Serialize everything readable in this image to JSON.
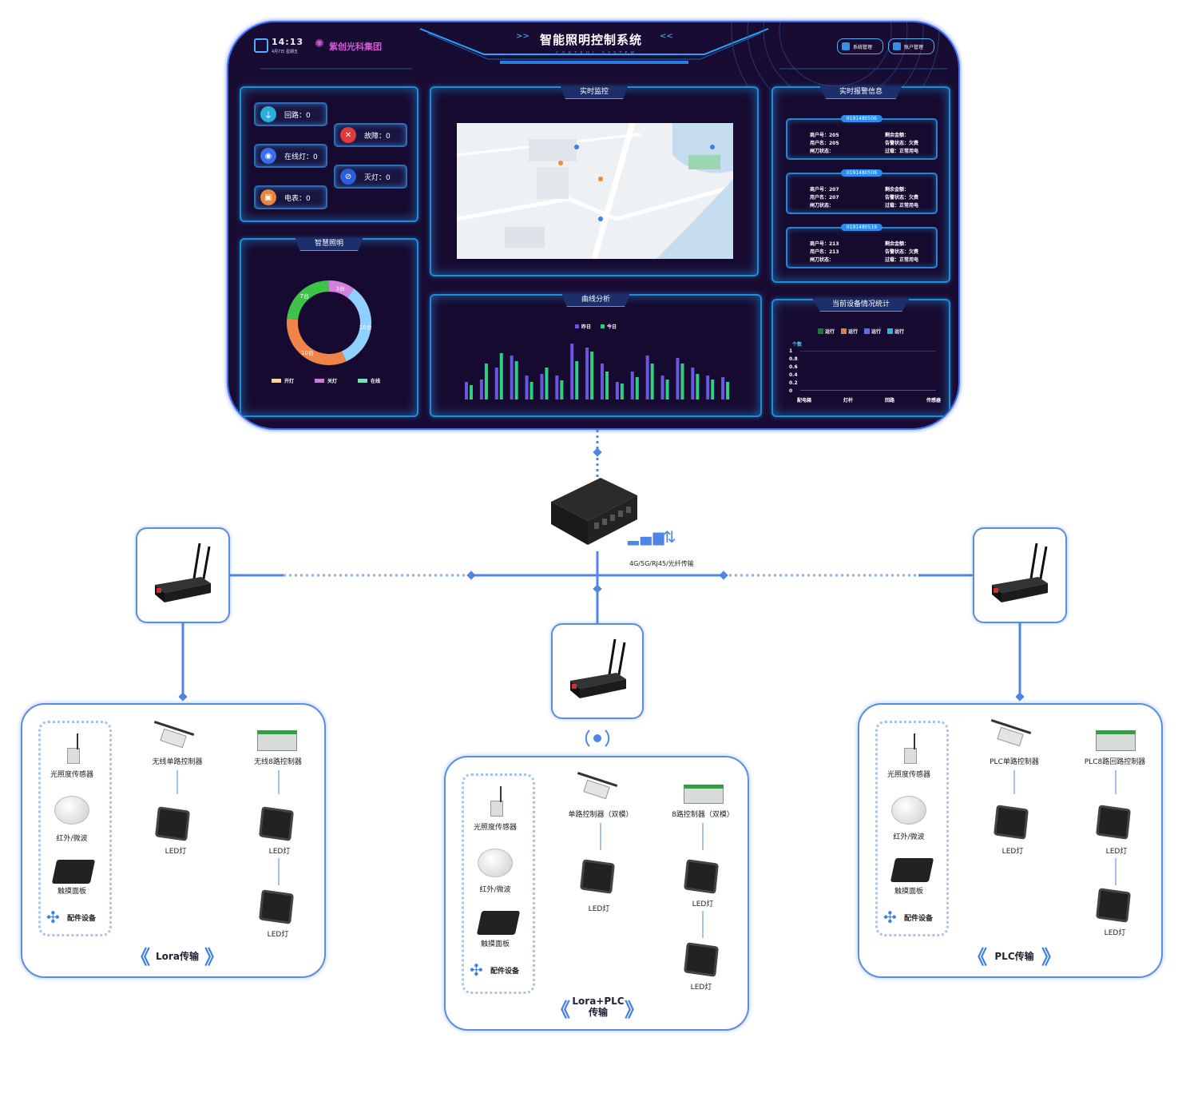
{
  "dashboard": {
    "time": "14:13",
    "date": "4月7日 星期五",
    "company": "紫创光科集团",
    "title": "智能照明控制系统",
    "subtitle": "CONTROL SYSTEM",
    "menu": [
      "系统管理",
      "账户管理"
    ],
    "stats": {
      "loop": "回路：0",
      "online": "在线灯：0",
      "meter": "电表：0",
      "fault": "故障：0",
      "off": "灭灯：0"
    },
    "monitor_title": "实时监控",
    "alarm_title": "实时报警信息",
    "alarms": [
      {
        "id": "0191480506",
        "user_no": "商户号：205",
        "user_name": "用户名：205",
        "switch": "闸刀状态：",
        "balance": "剩余金额：",
        "alarm_state": "告警状态：欠费",
        "overrun": "过载：正常用电"
      },
      {
        "id": "0191480508",
        "user_no": "商户号：207",
        "user_name": "用户名：207",
        "switch": "闸刀状态：",
        "balance": "剩余金额：",
        "alarm_state": "告警状态：欠费",
        "overrun": "过载：正常用电"
      },
      {
        "id": "0191480519",
        "user_no": "商户号：213",
        "user_name": "用户名：213",
        "switch": "闸刀状态：",
        "balance": "剩余金额：",
        "alarm_state": "告警状态：欠费",
        "overrun": "过载：正常用电"
      }
    ],
    "donut": {
      "title": "智慧照明",
      "labels": [
        "3台",
        "10台",
        "10台",
        "7台"
      ],
      "values": [
        3,
        10,
        10,
        7
      ],
      "colors": [
        "#d57fe0",
        "#8fd0ff",
        "#f0834a",
        "#3ec24a"
      ],
      "legend": [
        {
          "name": "开灯",
          "color": "#f6d59a"
        },
        {
          "name": "关灯",
          "color": "#c87cd8"
        },
        {
          "name": "在线",
          "color": "#7be0b8"
        }
      ]
    },
    "curve": {
      "title": "曲线分析",
      "legend": [
        "昨日",
        "今日"
      ],
      "colors": [
        "#6a57e0",
        "#2fcf80"
      ]
    },
    "device_stats": {
      "title": "当前设备情况统计",
      "legend": [
        "运行",
        "运行",
        "运行",
        "运行"
      ],
      "legend_colors": [
        "#1e7a3a",
        "#e0803a",
        "#5b6de8",
        "#28b4e0"
      ],
      "yname": "个数",
      "yticks": [
        "1",
        "0.8",
        "0.6",
        "0.4",
        "0.2",
        "0"
      ],
      "categories": [
        "配电箱",
        "灯杆",
        "回路",
        "传感器"
      ]
    }
  },
  "chart_data": {
    "type": "bar",
    "title": "曲线分析",
    "series": [
      {
        "name": "昨日",
        "values": [
          22,
          25,
          40,
          55,
          30,
          32,
          30,
          70,
          65,
          45,
          22,
          35,
          55,
          30,
          52,
          40,
          30,
          28
        ]
      },
      {
        "name": "今日",
        "values": [
          18,
          45,
          58,
          48,
          22,
          40,
          24,
          48,
          60,
          35,
          20,
          28,
          45,
          25,
          45,
          32,
          25,
          22
        ]
      }
    ]
  },
  "network": {
    "transport_label": "4G/5G/RJ45/光纤传输",
    "groups": [
      {
        "accessories": [
          "光照度传感器",
          "红外/微波",
          "触摸面板",
          "配件设备"
        ],
        "controllers": [
          "无线单路控制器",
          "无线8路控制器"
        ],
        "leds": [
          "LED灯",
          "LED灯",
          "LED灯"
        ],
        "transport": "Lora传输"
      },
      {
        "accessories": [
          "光照度传感器",
          "红外/微波",
          "触摸面板",
          "配件设备"
        ],
        "controllers": [
          "单路控制器（双模）",
          "8路控制器（双模）"
        ],
        "leds": [
          "LED灯",
          "LED灯",
          "LED灯"
        ],
        "transport": "Lora+PLC\n传输"
      },
      {
        "accessories": [
          "光照度传感器",
          "红外/微波",
          "触摸面板",
          "配件设备"
        ],
        "controllers": [
          "PLC单路控制器",
          "PLC8路回路控制器"
        ],
        "leds": [
          "LED灯",
          "LED灯",
          "LED灯"
        ],
        "transport": "PLC传输"
      }
    ]
  }
}
